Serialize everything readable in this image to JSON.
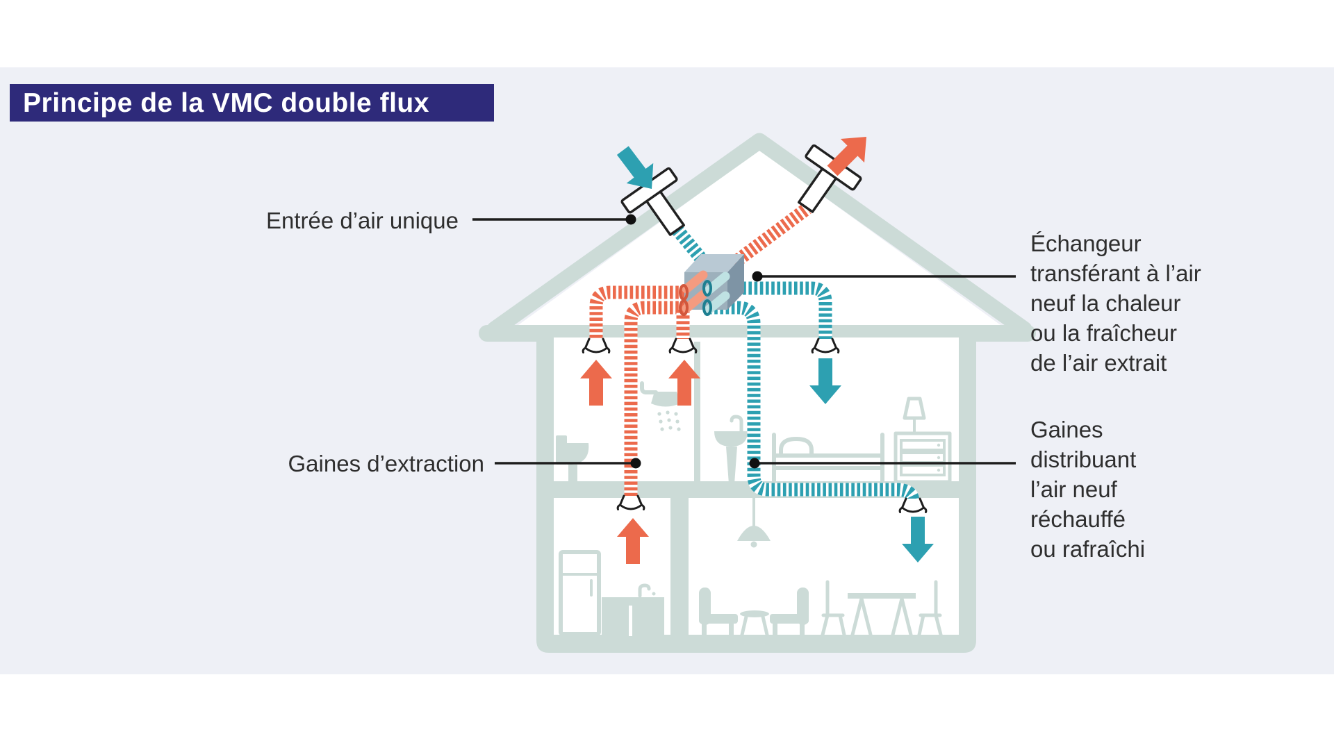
{
  "title": "Principe de la VMC double flux",
  "labels": {
    "air_inlet": "Entrée d’air unique",
    "exchanger_lines": [
      "Échangeur",
      "transférant à l’air",
      "neuf la chaleur",
      "ou la fraîcheur",
      "de l’air extrait"
    ],
    "extraction": "Gaines d’extraction",
    "distribution_lines": [
      "Gaines",
      "distribuant",
      "l’air neuf",
      "réchauffé",
      "ou rafraîchi"
    ]
  },
  "colors": {
    "background": "#eef0f6",
    "page_top": "#ffffff",
    "title_bg": "#2e2a7a",
    "title_text": "#ffffff",
    "house": "#ccdbd7",
    "room": "#ffffff",
    "fresh_air": "#2da0b1",
    "extracted_air": "#ec6a4c",
    "exchanger_top": "#b9c9d4",
    "exchanger_front": "#9db0bc",
    "exchanger_side": "#7e94a5",
    "warm_pill": "#f49b80",
    "cool_pill": "#bfe2e3",
    "label_text": "#2e2e2e",
    "connector": "#1d1d1d"
  },
  "icons": {
    "fresh_air_intake_arrow": "arrow-down-right-teal",
    "exhaust_air_arrow": "arrow-up-right-orange",
    "extract_room_arrow": "arrow-up-orange",
    "supply_room_arrow": "arrow-down-teal",
    "roof_vent": "t-shaped-roof-vent",
    "duct_end": "air-diffuser-vent"
  }
}
